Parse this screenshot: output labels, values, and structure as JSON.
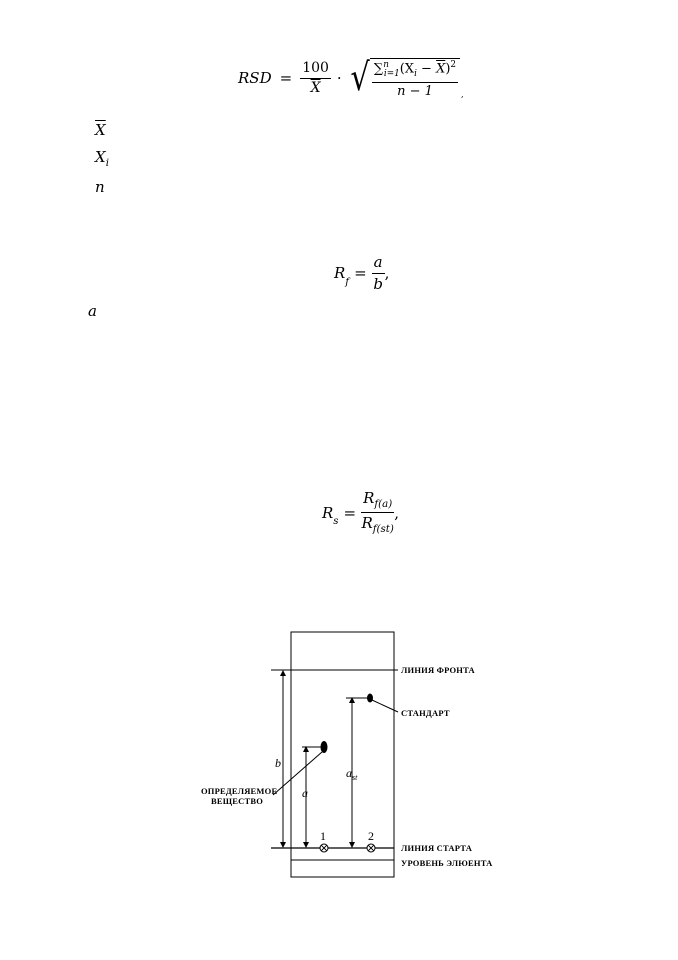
{
  "formulas": {
    "rsd": {
      "lhs": "RSD",
      "eq": "=",
      "coef_num": "100",
      "coef_den": "X",
      "dot": "·",
      "sum_text": "∑",
      "sum_sup": "n",
      "sum_sub": "i=1",
      "inner": "(X",
      "inner_sub": "i",
      "minus": " − ",
      "xbar": "X",
      "close": ")",
      "power": "2",
      "den": "n − 1",
      "trail": ","
    },
    "legend": [
      {
        "symbol": "X",
        "overline": true,
        "sub": ""
      },
      {
        "symbol": "X",
        "overline": false,
        "sub": "i"
      },
      {
        "symbol": "n",
        "overline": false,
        "sub": ""
      }
    ],
    "rf": {
      "lhs": "R",
      "lhs_sub": "f",
      "eq": "=",
      "num": "a",
      "den": "b",
      "trail": ","
    },
    "a_symbol": "a",
    "rs": {
      "lhs": "R",
      "lhs_sub": "s",
      "eq": "=",
      "num": "R",
      "num_sub": "f(a)",
      "den": "R",
      "den_sub": "f(st)",
      "trail": ","
    }
  },
  "diagram": {
    "labels": {
      "front_line": "ЛИНИЯ ФРОНТА",
      "standard": "СТАНДАРТ",
      "substance_line1": "ОПРЕДЕЛЯЕМОЕ",
      "substance_line2": "ВЕЩЕСТВО",
      "start_line": "ЛИНИЯ СТАРТА",
      "eluent_level": "УРОВЕНЬ ЭЛЮЕНТА"
    },
    "dim_b": "b",
    "dim_a": "a",
    "dim_ast": "a",
    "dim_ast_sub": "st",
    "point1": "1",
    "point2": "2"
  }
}
